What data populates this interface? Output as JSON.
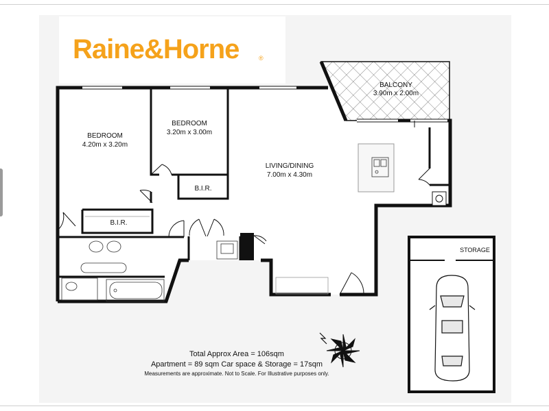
{
  "brand": {
    "logo_text": "Raine&Horne",
    "registered_mark": "®",
    "color": "#f5a21b"
  },
  "rooms": {
    "bedroom_1": {
      "name": "BEDROOM",
      "dimensions": "4.20m x 3.20m"
    },
    "bedroom_2": {
      "name": "BEDROOM",
      "dimensions": "3.20m x 3.00m"
    },
    "living_dining": {
      "name": "LIVING/DINING",
      "dimensions": "7.00m x 4.30m"
    },
    "balcony": {
      "name": "BALCONY",
      "dimensions": "3.90m x 2.00m"
    },
    "bir_1": {
      "name": "B.I.R."
    },
    "bir_2": {
      "name": "B.I.R."
    },
    "storage": {
      "name": "STORAGE"
    }
  },
  "notes": {
    "total_area": "Total Approx Area = 106sqm",
    "area_split": "Apartment = 89 sqm Car space & Storage = 17sqm",
    "disclaimer": "Measurements are approximate. Not to Scale. For Illustrative purposes only."
  },
  "colors": {
    "wall": "#111111",
    "floor": "#ffffff",
    "background": "#f4f4f4"
  },
  "icons": [
    "compass-icon",
    "car-icon",
    "sink-icon",
    "toilet-icon",
    "bathtub-icon",
    "washer-icon"
  ]
}
